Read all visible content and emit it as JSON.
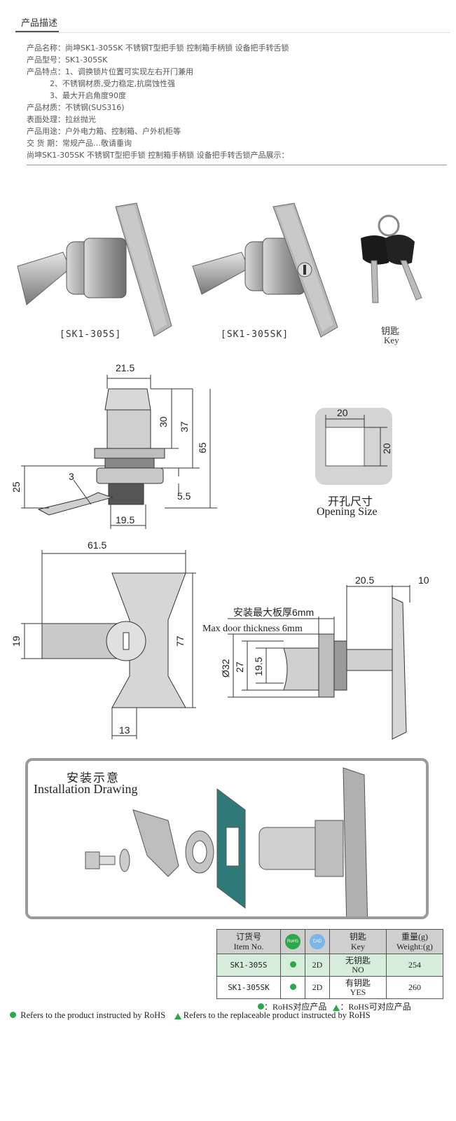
{
  "section": {
    "title": "产品描述"
  },
  "description": {
    "rows": [
      "产品名称：尚坤SK1-305SK 不锈钢T型把手锁 控制箱手柄锁 设备把手转舌锁",
      "产品型号：SK1-305SK",
      "产品特点：1、调换锁片位置可实现左右开门兼用",
      "2、不锈钢材质,受力稳定,抗腐蚀性强",
      "3、最大开启角度90度",
      "产品材质：不锈钢(SUS316)",
      "表面处理：拉丝抛光",
      "产品用途：户外电力箱、控制箱、户外机柜等",
      "交 货 期：常规产品…敬请垂询",
      "尚坤SK1-305SK 不锈钢T型把手锁 控制箱手柄锁 设备把手转舌锁产品展示："
    ]
  },
  "photos": {
    "caption_s": "[SK1-305S]",
    "caption_sk": "[SK1-305SK]",
    "key_cn": "钥匙",
    "key_en": "Key"
  },
  "drawing_side": {
    "d_top": "21.5",
    "d_30": "30",
    "d_37": "37",
    "d_65": "65",
    "d_25": "25",
    "d_3": "3",
    "d_55": "5.5",
    "d_195": "19.5"
  },
  "opening": {
    "w": "20",
    "h": "20",
    "title_cn": "开孔尺寸",
    "title_en": "Opening Size"
  },
  "drawing_front": {
    "d_615": "61.5",
    "d_19": "19",
    "d_77": "77",
    "d_13": "13"
  },
  "drawing_profile": {
    "d_205": "20.5",
    "d_10": "10",
    "max_cn": "安装最大板厚6mm",
    "max_en": "Max door thickness 6mm",
    "d_32": "Ø32",
    "d_27": "27",
    "d_195": "19.5"
  },
  "installation": {
    "title_cn": "安装示意",
    "title_en": "Installation Drawing"
  },
  "table": {
    "headers": [
      {
        "cn": "订货号",
        "en": "Item No."
      },
      {
        "badge": "RoHS"
      },
      {
        "badge": "CAD"
      },
      {
        "cn": "钥匙",
        "en": "Key"
      },
      {
        "cn": "重量(g)",
        "en": "Weight:(g)"
      }
    ],
    "rows": [
      {
        "item": "SK1-305S",
        "cad": "2D",
        "key_cn": "无钥匙",
        "key_en": "NO",
        "weight": "254"
      },
      {
        "item": "SK1-305SK",
        "cad": "2D",
        "key_cn": "有钥匙",
        "key_en": "YES",
        "weight": "260"
      }
    ]
  },
  "legend": {
    "rohs_cn": "：RoHS对应产品",
    "rohs_repl_cn": "：RoHS可对应产品",
    "rohs_en": "Refers to the product instructed by RoHS",
    "rohs_repl_en": "Refers to the replaceable product instructed by RoHS"
  },
  "colors": {
    "green": "#2aa84a",
    "plate": "#2f7a78",
    "steel": "#a8a8a8"
  }
}
